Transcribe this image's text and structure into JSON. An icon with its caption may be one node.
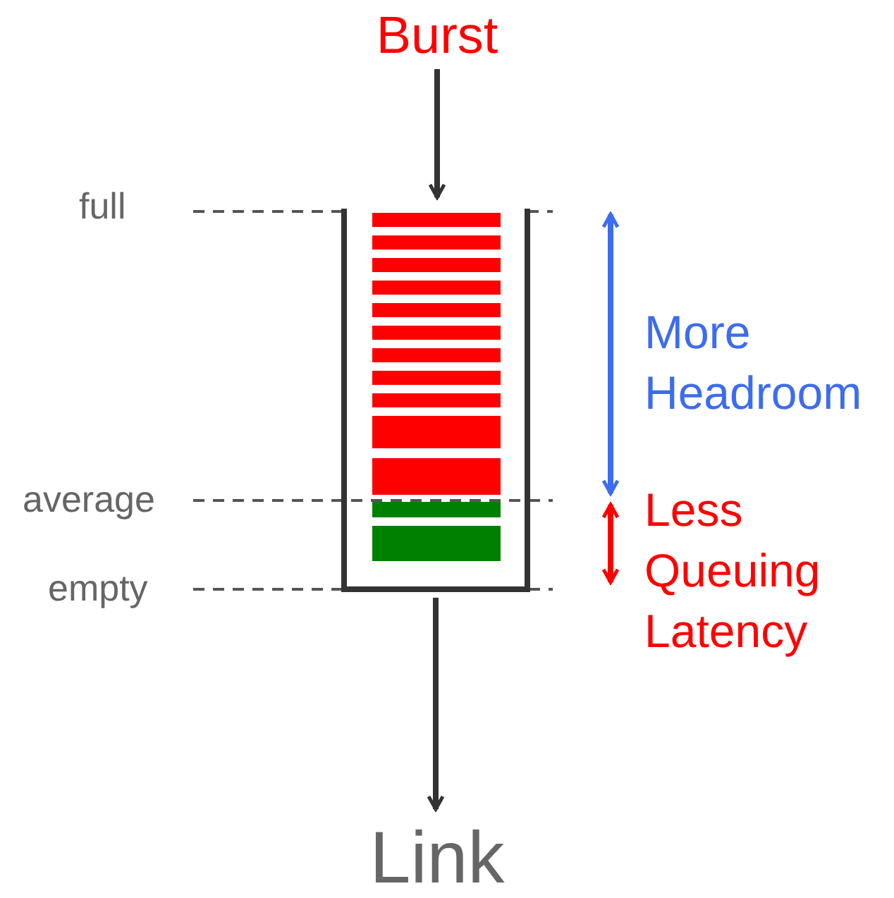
{
  "diagram": {
    "nodes": [
      {
        "text": [
          "Burst"
        ]
      },
      {
        "text": [],
        "shape": "box"
      },
      {
        "text": [
          "Link"
        ]
      }
    ],
    "edges": [
      {
        "from": 0,
        "to": 1,
        "arrow": "to"
      },
      {
        "from": 1,
        "to": 2,
        "arrow": "to"
      }
    ],
    "labels": [
      "full",
      "More Headroom",
      "average",
      "Less Queuing Latency",
      "empty"
    ]
  }
}
